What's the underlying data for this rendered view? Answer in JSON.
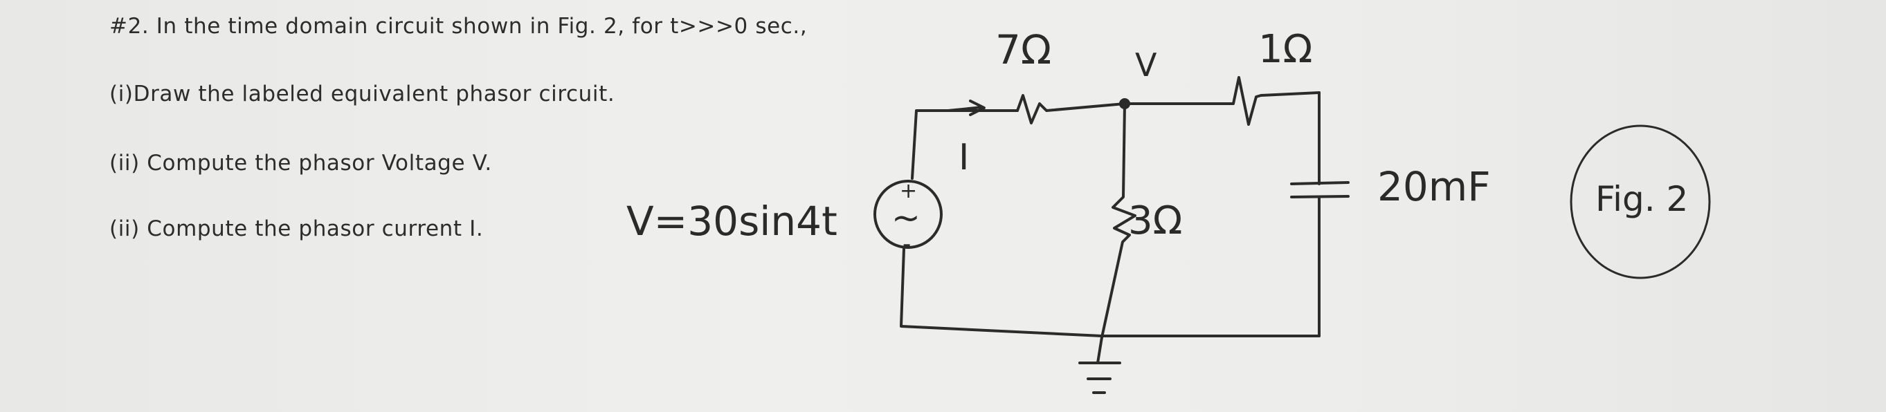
{
  "question": {
    "title": "#2. In the time domain circuit shown in Fig. 2, for t>>>0 sec.,",
    "part_i": "(i)Draw the labeled equivalent phasor circuit.",
    "part_ii": "(ii) Compute the phasor Voltage V.",
    "part_iii": "(ii) Compute the phasor current I."
  },
  "circuit": {
    "source_label": "V=30sin4t",
    "source_plus": "+",
    "source_minus": "-",
    "source_symbol": "~",
    "current_label": "I",
    "r1_label": "7Ω",
    "node_label": "V",
    "r2_label": "1Ω",
    "r3_label": "3Ω",
    "cap_label": "20mF",
    "fig_label": "Fig. 2"
  }
}
